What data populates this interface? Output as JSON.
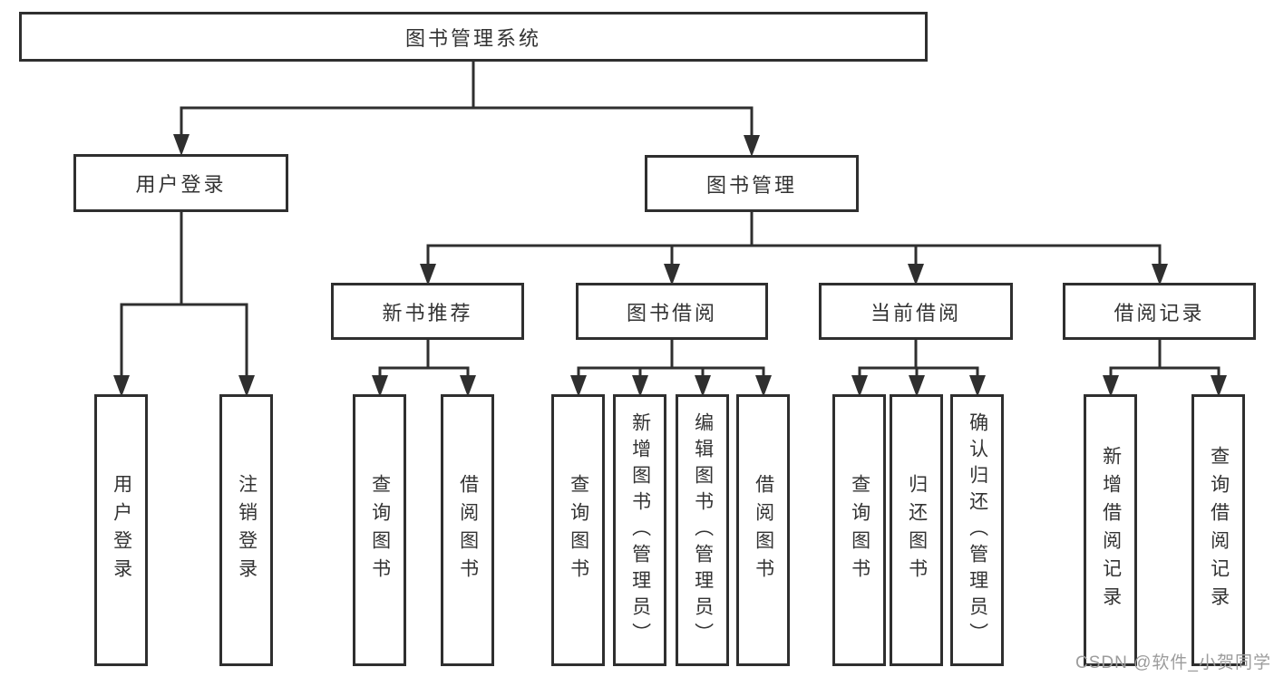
{
  "diagram": {
    "root": {
      "label": "图书管理系统"
    },
    "level2": [
      {
        "label": "用户登录"
      },
      {
        "label": "图书管理"
      }
    ],
    "level3": [
      {
        "label": "新书推荐"
      },
      {
        "label": "图书借阅"
      },
      {
        "label": "当前借阅"
      },
      {
        "label": "借阅记录"
      }
    ],
    "leaves": [
      {
        "label": "用户登录"
      },
      {
        "label": "注销登录"
      },
      {
        "label": "查询图书"
      },
      {
        "label": "借阅图书"
      },
      {
        "label": "查询图书"
      },
      {
        "label": "新增图书（管理员）"
      },
      {
        "label": "编辑图书（管理员）"
      },
      {
        "label": "借阅图书"
      },
      {
        "label": "查询图书"
      },
      {
        "label": "归还图书"
      },
      {
        "label": "确认归还（管理员）"
      },
      {
        "label": "新增借阅记录"
      },
      {
        "label": "查询借阅记录"
      }
    ],
    "hierarchy": {
      "图书管理系统": [
        "用户登录",
        "图书管理"
      ],
      "用户登录": [
        "用户登录",
        "注销登录"
      ],
      "图书管理": [
        "新书推荐",
        "图书借阅",
        "当前借阅",
        "借阅记录"
      ],
      "新书推荐": [
        "查询图书",
        "借阅图书"
      ],
      "图书借阅": [
        "查询图书",
        "新增图书（管理员）",
        "编辑图书（管理员）",
        "借阅图书"
      ],
      "当前借阅": [
        "查询图书",
        "归还图书",
        "确认归还（管理员）"
      ],
      "借阅记录": [
        "新增借阅记录",
        "查询借阅记录"
      ]
    },
    "watermark": "CSDN @软件_小贺同学",
    "colors": {
      "line": "#2f2f2f",
      "box_border": "#2f2f2f",
      "text": "#333333",
      "watermark": "#9c9c9c",
      "background": "#ffffff"
    }
  }
}
